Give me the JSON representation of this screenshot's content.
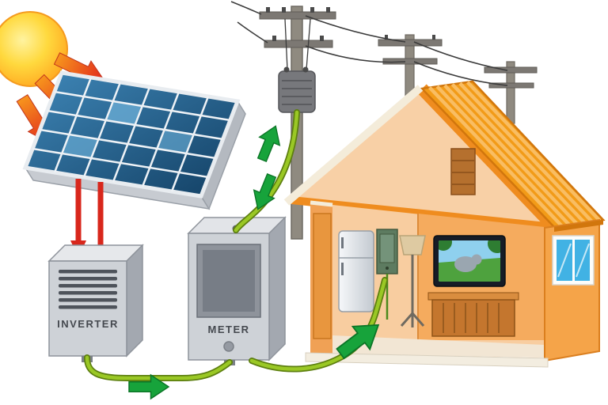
{
  "labels": {
    "inverter": "INVERTER",
    "meter": "METER"
  },
  "components": [
    "sun",
    "sunlight-arrows",
    "solar-panel",
    "dc-current-arrows",
    "inverter",
    "meter",
    "utility-pole",
    "pole-transformer",
    "power-lines",
    "grid-wire",
    "inverter-to-meter-wire",
    "meter-to-house-wire",
    "house",
    "roof",
    "window",
    "refrigerator",
    "breaker-panel",
    "floor-lamp",
    "tv",
    "cabinet",
    "energy-flow-arrows"
  ],
  "colors": {
    "sun_yellow": "#ffd84d",
    "sun_arrow_orange": "#f7941d",
    "sun_arrow_red": "#e0231c",
    "panel_blue": "#2e6da4",
    "dc_arrow_red": "#d8271c",
    "device_gray": "#ced2d7",
    "wire_green": "#9ac825",
    "flow_arrow_green": "#17a33b",
    "roof_orange": "#f29b18",
    "wall_orange": "#f5a449",
    "interior_peach": "#f8cda0"
  }
}
